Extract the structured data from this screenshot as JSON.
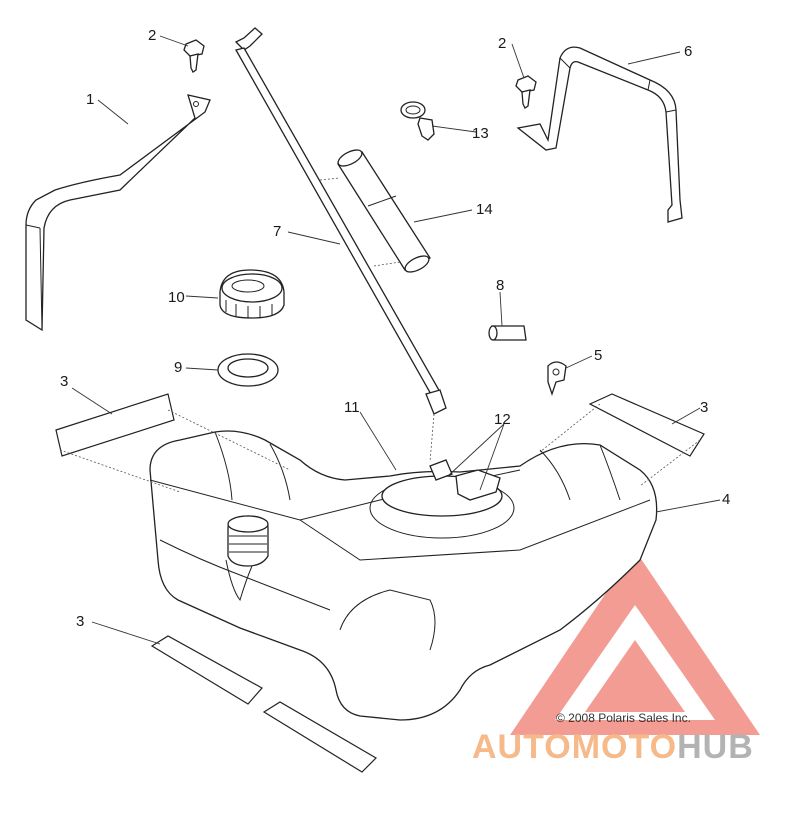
{
  "callouts": {
    "c1": "1",
    "c2a": "2",
    "c2b": "2",
    "c3a": "3",
    "c3b": "3",
    "c3c": "3",
    "c4": "4",
    "c5": "5",
    "c6": "6",
    "c7": "7",
    "c8": "8",
    "c9": "9",
    "c10": "10",
    "c11": "11",
    "c12": "12",
    "c13": "13",
    "c14": "14"
  },
  "copyright": "© 2008 Polaris Sales Inc.",
  "watermark": {
    "word_auto": "AUTO",
    "word_moto": "MOTO",
    "word_hub": "HUB",
    "color_auto": "#f6b98a",
    "color_moto": "#f6b98a",
    "color_hub": "#b3b3b3",
    "logo_color": "#f28b82"
  }
}
